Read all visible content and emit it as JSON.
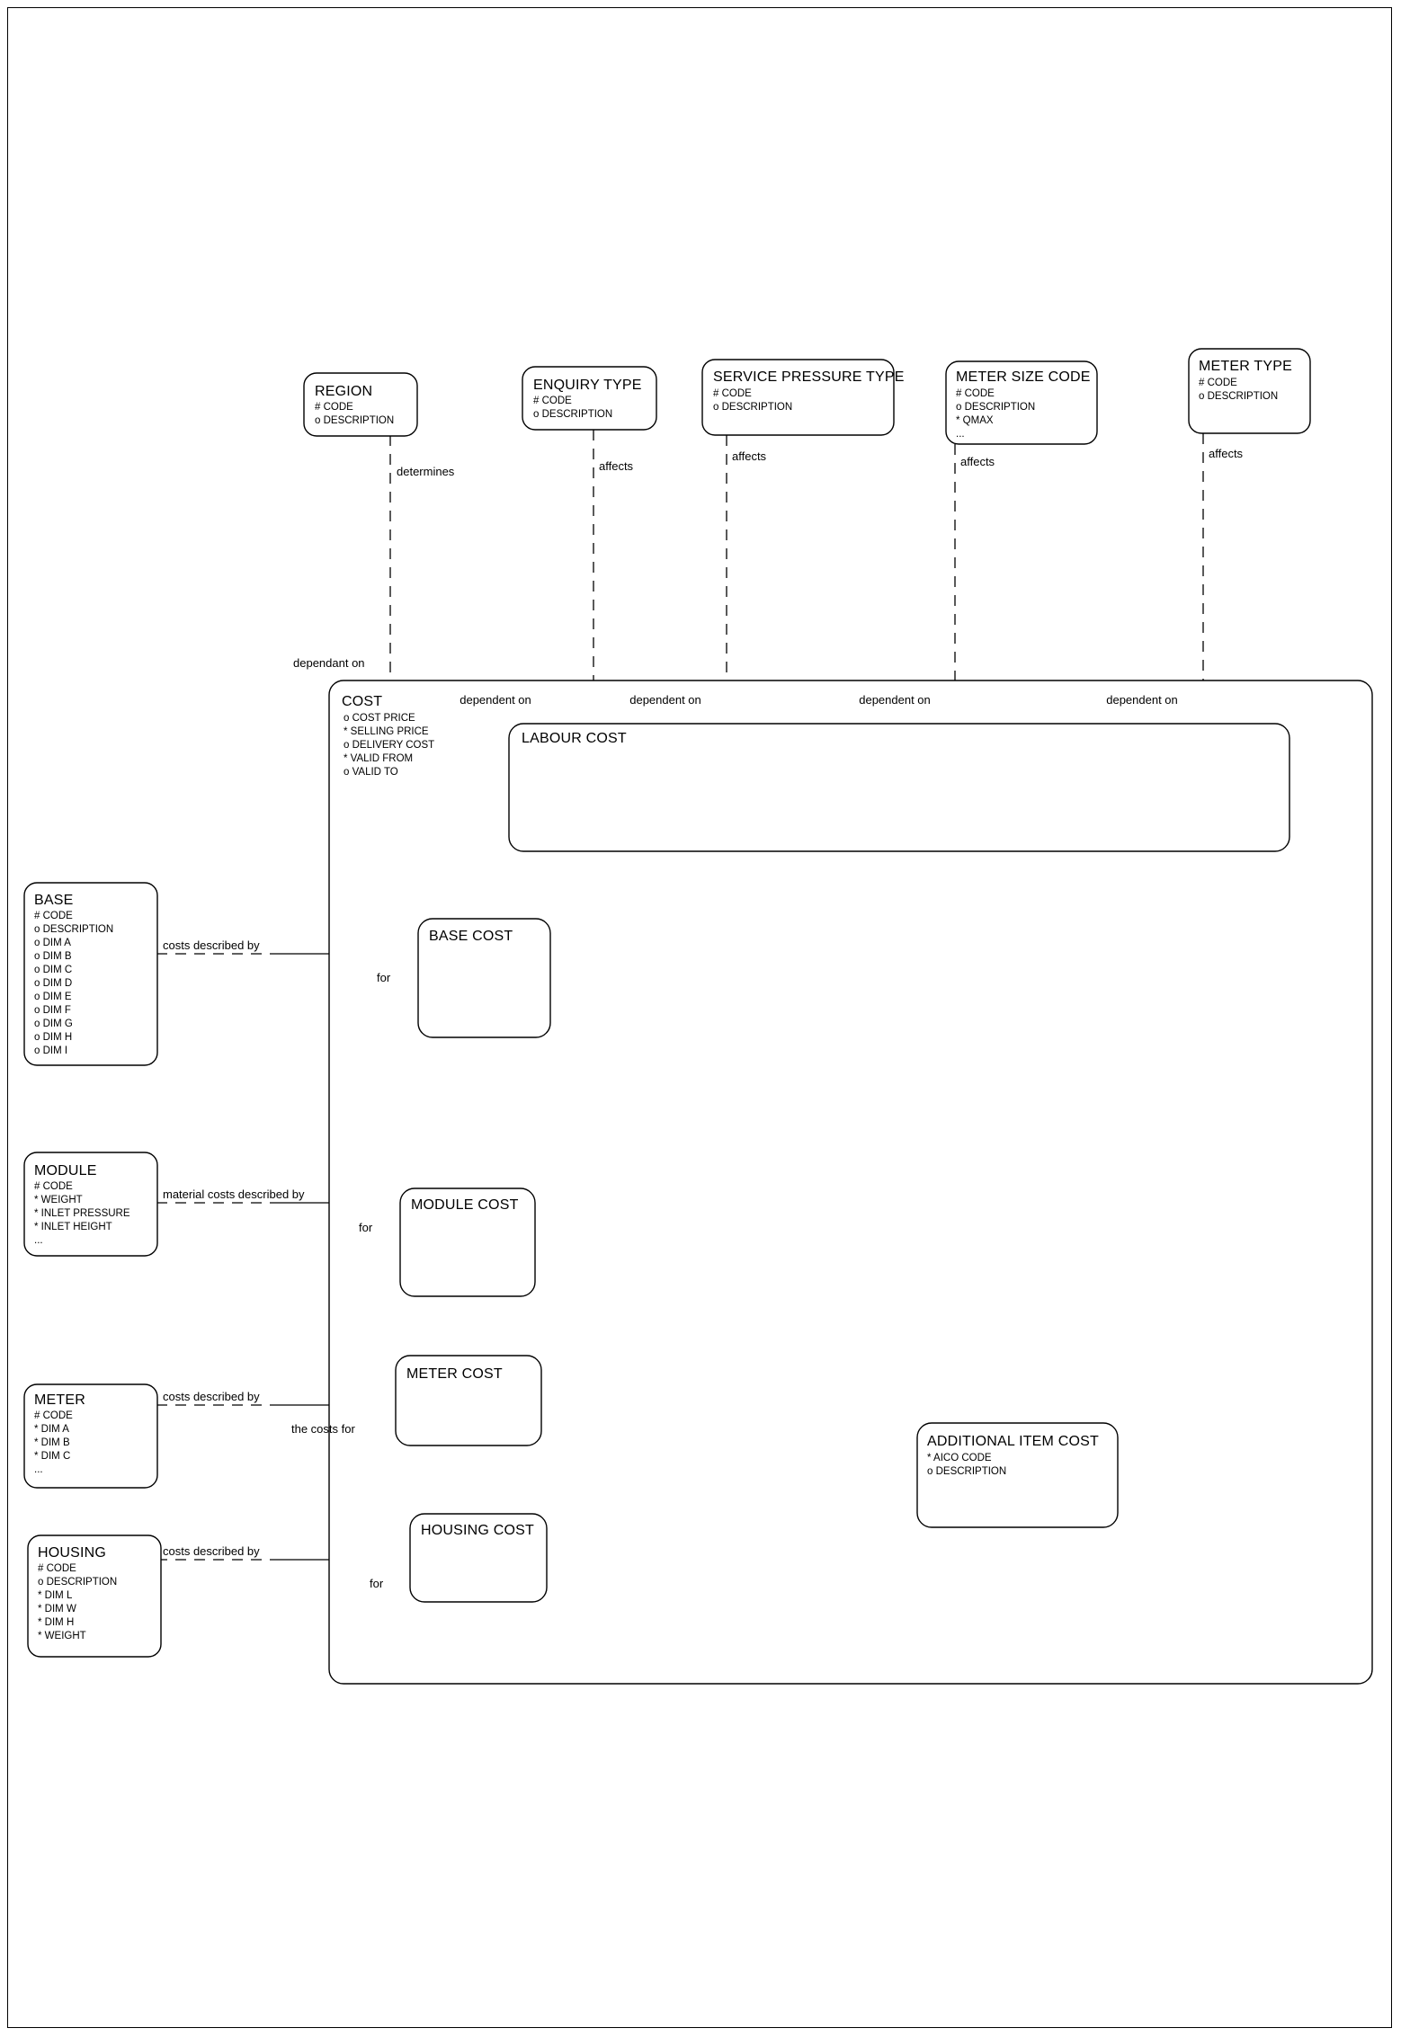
{
  "diagram": {
    "title": "Cost Model Entity Relationship Diagram",
    "type": "entity-relationship",
    "notation": "barker",
    "stroke_color": "#000000",
    "background_color": "#ffffff"
  },
  "entities": {
    "region": {
      "name": "REGION",
      "attributes": [
        "# CODE",
        "o DESCRIPTION"
      ]
    },
    "enquiry_type": {
      "name": "ENQUIRY TYPE",
      "attributes": [
        "# CODE",
        "o DESCRIPTION"
      ]
    },
    "service_pressure": {
      "name": "SERVICE PRESSURE TYPE",
      "attributes": [
        "# CODE",
        "o DESCRIPTION"
      ]
    },
    "meter_size_code": {
      "name": "METER SIZE CODE",
      "attributes": [
        "# CODE",
        "o DESCRIPTION",
        "* QMAX",
        "..."
      ]
    },
    "meter_type": {
      "name": "METER TYPE",
      "attributes": [
        "# CODE",
        "o DESCRIPTION"
      ]
    },
    "cost": {
      "name": "COST",
      "attributes": [
        "o COST PRICE",
        "* SELLING PRICE",
        "o DELIVERY COST",
        "* VALID FROM",
        "o VALID TO"
      ]
    },
    "labour_cost": {
      "name": "LABOUR COST",
      "attributes": []
    },
    "base": {
      "name": "BASE",
      "attributes": [
        "# CODE",
        "o DESCRIPTION",
        "o DIM A",
        "o DIM B",
        "o DIM C",
        "o DIM D",
        "o DIM E",
        "o DIM F",
        "o DIM G",
        "o DIM H",
        "o DIM I"
      ]
    },
    "base_cost": {
      "name": "BASE COST",
      "attributes": []
    },
    "module": {
      "name": "MODULE",
      "attributes": [
        "# CODE",
        "* WEIGHT",
        "* INLET PRESSURE",
        "* INLET HEIGHT",
        "..."
      ]
    },
    "module_cost": {
      "name": "MODULE COST",
      "attributes": []
    },
    "meter": {
      "name": "METER",
      "attributes": [
        "# CODE",
        "* DIM A",
        "* DIM B",
        "* DIM C",
        "..."
      ]
    },
    "meter_cost": {
      "name": "METER COST",
      "attributes": []
    },
    "housing": {
      "name": "HOUSING",
      "attributes": [
        "# CODE",
        "o DESCRIPTION",
        "* DIM L",
        "* DIM W",
        "* DIM H",
        "* WEIGHT"
      ]
    },
    "housing_cost": {
      "name": "HOUSING COST",
      "attributes": []
    },
    "additional_item_cost": {
      "name": "ADDITIONAL ITEM COST",
      "attributes": [
        "* AICO CODE",
        "o DESCRIPTION"
      ]
    }
  },
  "relationships": [
    {
      "id": "region-cost",
      "from": "region",
      "to": "cost",
      "from_label": "determines",
      "to_label": "dependant on"
    },
    {
      "id": "enquiry-labour",
      "from": "enquiry_type",
      "to": "labour_cost",
      "from_label": "affects",
      "to_label": "dependent on"
    },
    {
      "id": "pressure-labour",
      "from": "service_pressure",
      "to": "labour_cost",
      "from_label": "affects",
      "to_label": "dependent on"
    },
    {
      "id": "metersize-labour",
      "from": "meter_size_code",
      "to": "labour_cost",
      "from_label": "affects",
      "to_label": "dependent on"
    },
    {
      "id": "metertype-labour",
      "from": "meter_type",
      "to": "labour_cost",
      "from_label": "affects",
      "to_label": "dependent on"
    },
    {
      "id": "base-basecost",
      "from": "base",
      "to": "base_cost",
      "from_label": "costs described by",
      "to_label": "for"
    },
    {
      "id": "module-modulecost",
      "from": "module",
      "to": "module_cost",
      "from_label": "material costs described by",
      "to_label": "for"
    },
    {
      "id": "meter-metercost",
      "from": "meter",
      "to": "meter_cost",
      "from_label": "costs described by",
      "to_label": "the costs for"
    },
    {
      "id": "housing-housingcost",
      "from": "housing",
      "to": "housing_cost",
      "from_label": "costs described by",
      "to_label": "for"
    }
  ],
  "labels": {
    "determines": "determines",
    "affects": "affects",
    "dependant_on": "dependant on",
    "dependent_on": "dependent on",
    "costs_described_by": "costs described by",
    "material_costs_described_by": "material costs described by",
    "for": "for",
    "the_costs_for": "the costs for"
  }
}
